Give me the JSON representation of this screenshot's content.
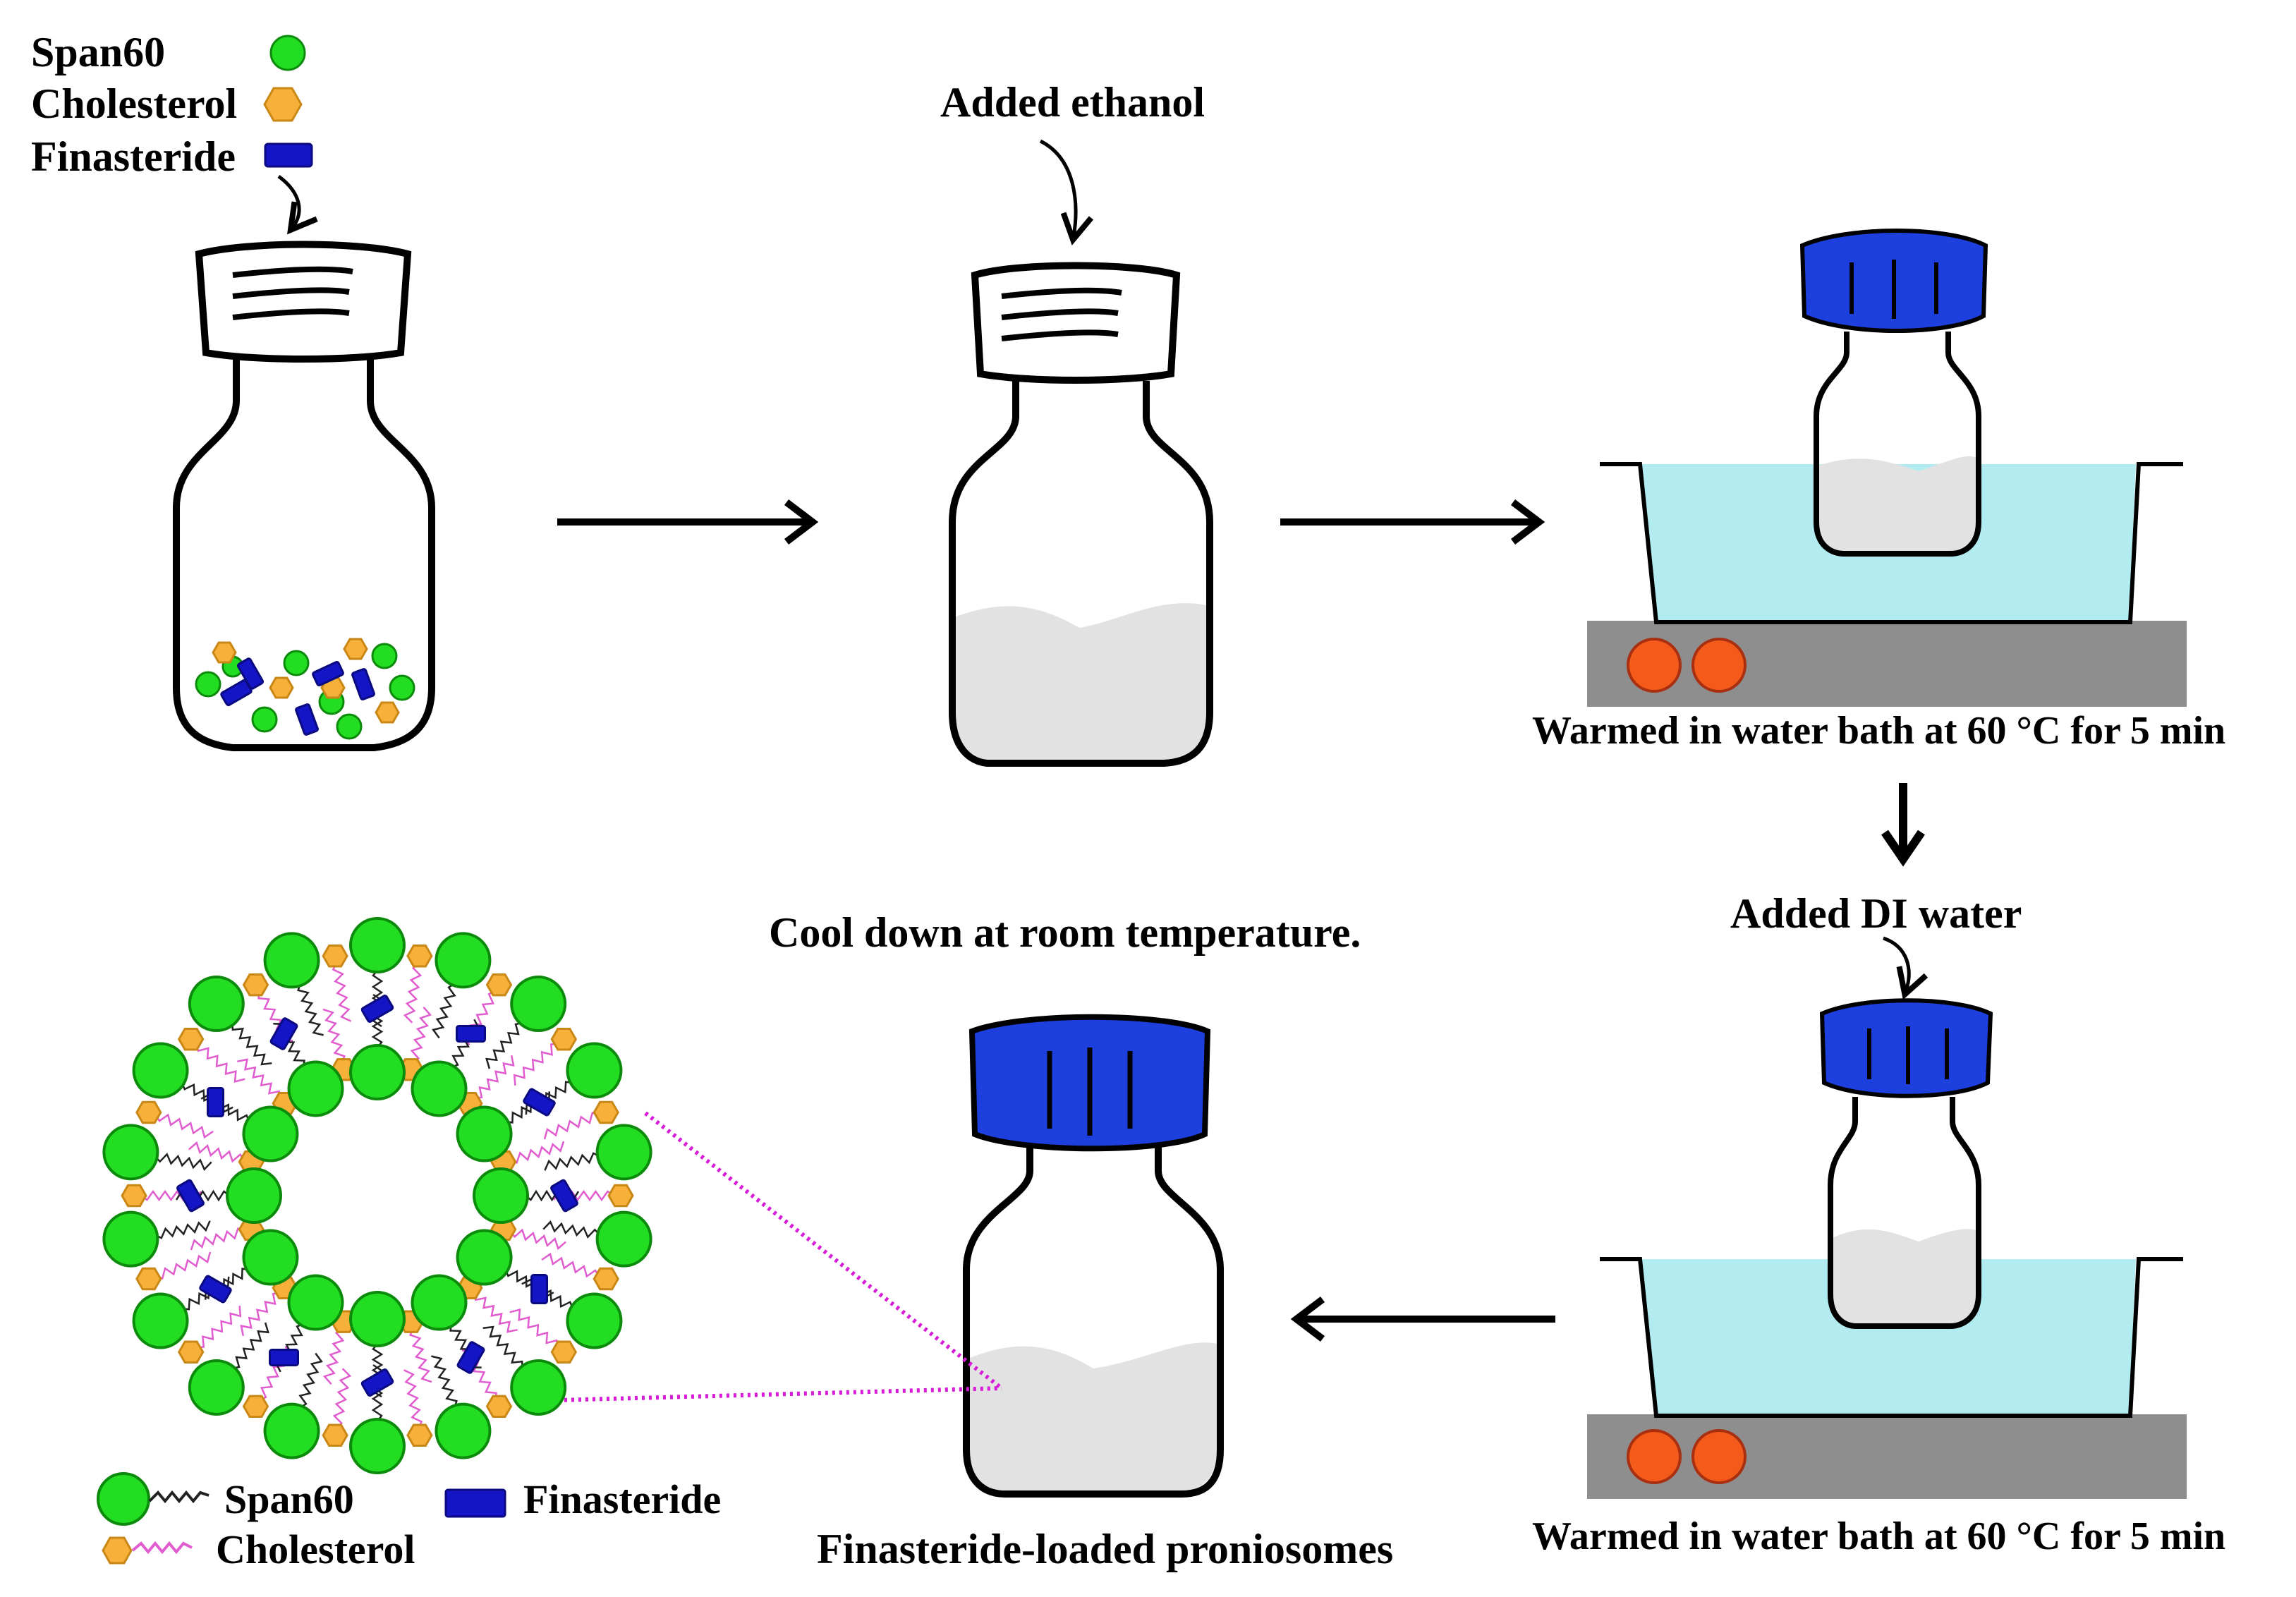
{
  "legend_top": {
    "span60": "Span60",
    "cholesterol": "Cholesterol",
    "finasteride": "Finasteride"
  },
  "steps": {
    "add_ethanol": "Added ethanol",
    "warm_1": "Warmed in water bath at 60 °C for 5 min",
    "add_di_water": "Added DI water",
    "warm_2": "Warmed in water bath at 60 °C for 5 min",
    "cool_down": "Cool down at room temperature.",
    "product": "Finasteride-loaded proniosomes"
  },
  "legend_bottom": {
    "span60": "Span60",
    "finasteride": "Finasteride",
    "cholesterol": "Cholesterol"
  },
  "colors": {
    "span60": "#22dd22",
    "cholesterol": "#f7b13a",
    "finasteride": "#1515c8",
    "cap_blue": "#1c3fdd",
    "water": "#b2ebf0",
    "powder": "#e2e2e2",
    "hotplate": "#8e8e8e",
    "burner": "#f45a1a",
    "span_tail": "#222222",
    "chol_tail": "#e05ccf",
    "zoom_line": "#d61cd6"
  }
}
